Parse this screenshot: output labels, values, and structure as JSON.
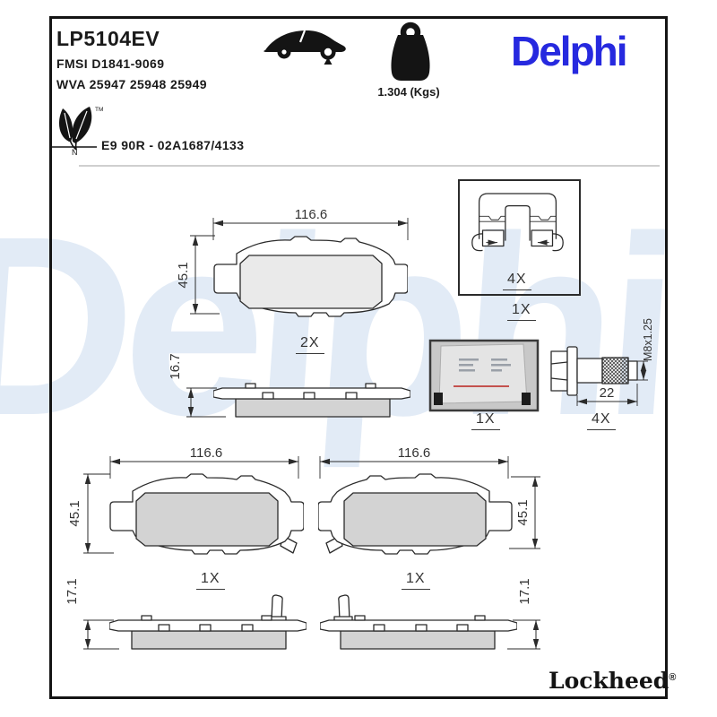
{
  "page": {
    "product_code": "LP5104EV",
    "fmsi_line": "FMSI D1841-9069",
    "wva_line": "WVA 25947 25948 25949",
    "weight": "1.304 (Kgs)",
    "homologation": "E9 90R - 02A1687/4133",
    "brand_logo": "Delphi",
    "watermark": "Delphi",
    "footer_logo": "Lockheed",
    "footer_registered": "®",
    "eco_tm": "TM",
    "eco_n": "N"
  },
  "drawings": {
    "pad_front_top": {
      "width": "116.6",
      "height": "45.1",
      "qty": "2X"
    },
    "pad_side_top": {
      "thickness": "16.7"
    },
    "fitting_kit_box": {
      "clip_qty": "4X",
      "kit_qty": "1X"
    },
    "grease_packet": {
      "qty": "1X"
    },
    "guide_bolt": {
      "thread": "M8x1.25",
      "length": "22",
      "qty": "4X"
    },
    "pad_front_left": {
      "width": "116.6",
      "height": "45.1",
      "qty": "1X"
    },
    "pad_front_right": {
      "width": "116.6",
      "height": "45.1",
      "qty": "1X"
    },
    "pad_side_left": {
      "thickness": "17.1"
    },
    "pad_side_right": {
      "thickness": "17.1"
    }
  },
  "icons": {
    "vehicle": "car-rear-axle-icon",
    "weight": "weight-icon",
    "eco": "eco-leaves-icon"
  },
  "colors": {
    "brand_blue": "#2629DF",
    "watermark_blue": "#E2EBF6",
    "friction_gray": "#D3D3D3",
    "line": "#2B2B2B"
  }
}
